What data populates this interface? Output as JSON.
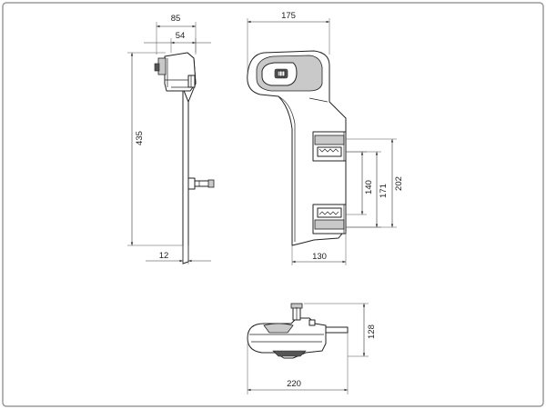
{
  "drawing": {
    "border_color": "#9a9a9a",
    "line_color": "#222222",
    "side_view": {
      "dim_total_depth": "85",
      "dim_head_depth": "54",
      "dim_height": "435",
      "dim_plate": "12"
    },
    "front_view": {
      "dim_width": "175",
      "dim_hole_spacing_outer": "202",
      "dim_hole_spacing_mid": "171",
      "dim_hole_spacing_inner": "140",
      "dim_plate_width": "130"
    },
    "top_view": {
      "dim_height": "128",
      "dim_width": "220"
    }
  }
}
